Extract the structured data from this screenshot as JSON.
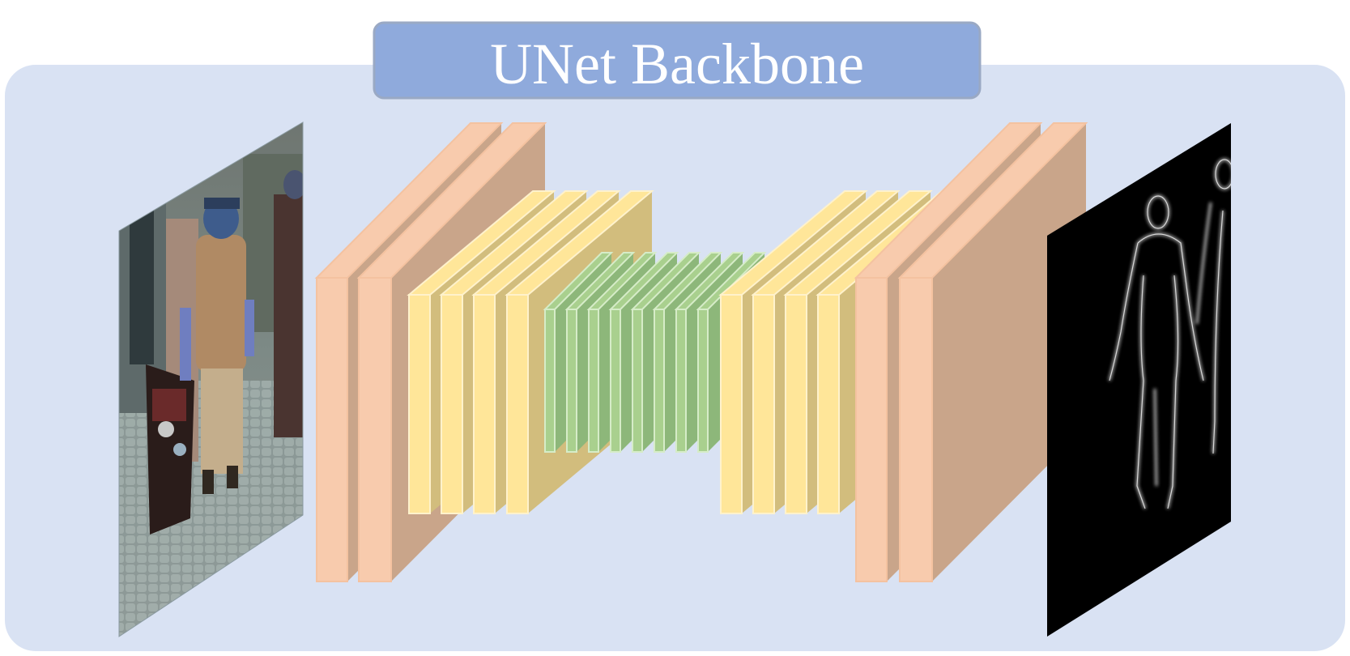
{
  "title": "UNet Backbone",
  "colors": {
    "panel_bg": "#d9e2f3",
    "title_bg": "#8faadc",
    "title_border": "#9aa9c4",
    "title_text": "#ffffff",
    "outer_face": "#f8cbad",
    "outer_side": "#c9a58a",
    "mid_face": "#ffe699",
    "mid_side": "#d2bd7d",
    "mid_edge": "#fff2cc",
    "inner_face": "#a9d08e",
    "inner_side": "#8db77a",
    "inner_edge": "#d6ecc8"
  },
  "diagram": {
    "input_image": "photo-of-people-walking-on-cobblestone-street",
    "output_image": "dark-heatmap-with-two-human-silhouettes",
    "encoder": [
      {
        "stage": "outer",
        "count": 2
      },
      {
        "stage": "mid",
        "count": 4
      },
      {
        "stage": "inner",
        "count": 8
      }
    ],
    "decoder": [
      {
        "stage": "mid",
        "count": 4
      },
      {
        "stage": "outer",
        "count": 2
      }
    ]
  }
}
